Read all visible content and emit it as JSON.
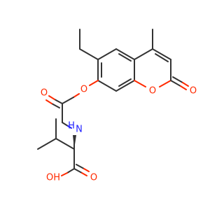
{
  "molecule": {
    "atoms": {
      "ether_oxygen": "O",
      "ring_oxygen": "O",
      "lactone_carbonyl_oxygen": "O",
      "amide_carbonyl_oxygen": "O",
      "amide_nitrogen": "N",
      "amide_hydrogen": "H",
      "hydroxyl": "OH",
      "acid_carbonyl_oxygen": "O"
    },
    "colors": {
      "carbon_bond": "#333333",
      "oxygen": "#ff2a00",
      "nitrogen": "#2222ff",
      "background": "#ffffff"
    }
  }
}
